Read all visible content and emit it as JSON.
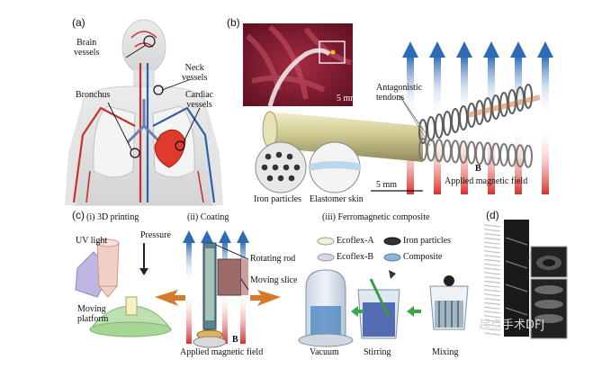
{
  "panels": {
    "a": {
      "letter": "(a)",
      "labels": {
        "brain": "Brain\nvessels",
        "neck": "Neck\nvessels",
        "bronchus": "Bronchus",
        "cardiac": "Cardiac\nvessels"
      }
    },
    "b": {
      "letter": "(b)",
      "scale_inset": "5 mm",
      "tendons": "Antagonistic\ntendons",
      "iron": "Iron particles",
      "skin": "Elastomer skin",
      "scale_main": "5 mm",
      "field_symbol": "B",
      "field": "Applied magnetic field"
    },
    "c": {
      "letter": "(c)",
      "step1": "(i) 3D printing",
      "step2": "(ii) Coating",
      "step3": "(iii) Ferromagnetic composite",
      "uv": "UV light",
      "pressure": "Pressure",
      "platform": "Moving\nplatform",
      "rod": "Rotating rod",
      "slice": "Moving slice",
      "field_symbol": "B",
      "field": "Applied magnetic field",
      "legend": [
        "Ecoflex-A",
        "Iron particles",
        "Ecoflex-B",
        "Composite"
      ],
      "vacuum": "Vacuum",
      "stirring": "Stirring",
      "mixing": "Mixing"
    },
    "d": {
      "letter": "(d)",
      "watermark": "起点手术DFJ"
    }
  },
  "colors": {
    "field_blue": "#2b6cb5",
    "field_red": "#d9312b",
    "vessel_red": "#c8312b",
    "vessel_blue": "#2f5fa8",
    "tissue_red": "#8e1b33",
    "catheter": "#d8d4a0",
    "orange_arrow": "#d8782a",
    "green_arrow": "#3aa845"
  }
}
